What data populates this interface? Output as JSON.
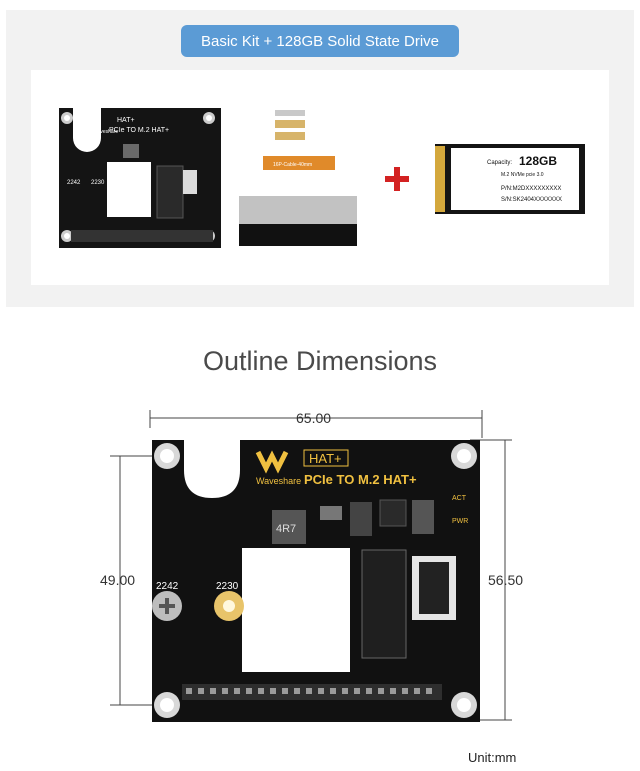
{
  "kit_label": "Basic Kit + 128GB Solid State Drive",
  "section_title": "Outline Dimensions",
  "dimensions": {
    "width": "65.00",
    "height_left": "49.00",
    "height_right": "56.50",
    "unit": "Unit:mm"
  },
  "board": {
    "brand": "Waveshare",
    "hat_badge": "HAT+",
    "name": "PCIe TO M.2 HAT+",
    "label_2242": "2242",
    "label_2230": "2230",
    "led_act": "ACT",
    "led_pwr": "PWR",
    "inductor": "4R7"
  },
  "small_board": {
    "hat_badge": "HAT+",
    "name": "PCIe TO M.2 HAT+",
    "brand": "Waveshare",
    "label_2242": "2242",
    "label_2230": "2230"
  },
  "ssd": {
    "capacity_label": "Capacity:",
    "capacity": "128GB",
    "spec": "M.2 NVMe pcie 3.0",
    "pn": "P/N:M2DXXXXXXXXX",
    "sn": "S/N:SK2404XXXXXXX"
  },
  "cable_label": "16P-Cable-40mm",
  "colors": {
    "accent": "#5b9bd5",
    "pcb": "#111111",
    "plus": "#d32222"
  }
}
